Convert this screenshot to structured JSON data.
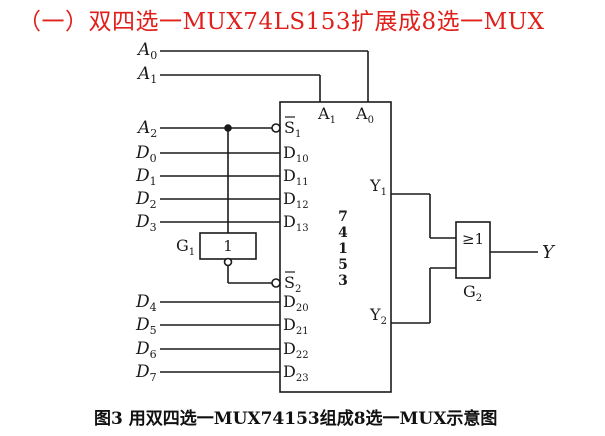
{
  "title": "（一）双四选一MUX74LS153扩展成8选一MUX",
  "caption": "图3 用双四选一MUX74153组成8选一MUX示意图",
  "colors": {
    "title": "#e0201b",
    "ink": "#1a1a1a"
  },
  "inputs": {
    "A0": {
      "letter": "A",
      "sub": "0"
    },
    "A1": {
      "letter": "A",
      "sub": "1"
    },
    "A2": {
      "letter": "A",
      "sub": "2"
    },
    "D": [
      {
        "letter": "D",
        "sub": "0"
      },
      {
        "letter": "D",
        "sub": "1"
      },
      {
        "letter": "D",
        "sub": "2"
      },
      {
        "letter": "D",
        "sub": "3"
      },
      {
        "letter": "D",
        "sub": "4"
      },
      {
        "letter": "D",
        "sub": "5"
      },
      {
        "letter": "D",
        "sub": "6"
      },
      {
        "letter": "D",
        "sub": "7"
      }
    ]
  },
  "chip": {
    "digits": [
      "7",
      "4",
      "1",
      "5",
      "3"
    ],
    "pins": {
      "A1": {
        "letter": "A",
        "sub": "1"
      },
      "A0": {
        "letter": "A",
        "sub": "0"
      },
      "S1": {
        "letter": "S",
        "sub": "1"
      },
      "S2": {
        "letter": "S",
        "sub": "2"
      },
      "D": [
        {
          "letter": "D",
          "sub": "10"
        },
        {
          "letter": "D",
          "sub": "11"
        },
        {
          "letter": "D",
          "sub": "12"
        },
        {
          "letter": "D",
          "sub": "13"
        },
        {
          "letter": "D",
          "sub": "20"
        },
        {
          "letter": "D",
          "sub": "21"
        },
        {
          "letter": "D",
          "sub": "22"
        },
        {
          "letter": "D",
          "sub": "23"
        }
      ],
      "Y1": {
        "letter": "Y",
        "sub": "1"
      },
      "Y2": {
        "letter": "Y",
        "sub": "2"
      }
    }
  },
  "g1": {
    "letter": "G",
    "sub": "1",
    "symbol": "1"
  },
  "g2": {
    "letter": "G",
    "sub": "2",
    "symbol": "≥1"
  },
  "output": "Y"
}
